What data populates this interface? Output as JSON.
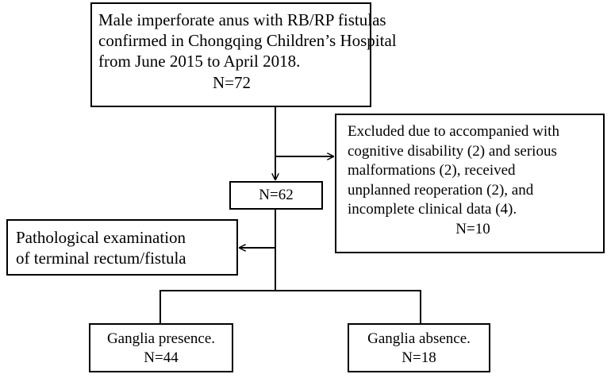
{
  "top_box": {
    "lines": [
      "Male imperforate anus with RB/RP fistulas",
      "confirmed in Chongqing Children’s Hospital",
      "from June 2015 to April 2018."
    ],
    "count": "N=72"
  },
  "excluded_box": {
    "lines": [
      "Excluded due to accompanied with",
      "cognitive disability (2) and serious",
      "malformations (2), received",
      "unplanned reoperation (2), and",
      "incomplete clinical data (4)."
    ],
    "count": "N=10"
  },
  "middle_box": {
    "count": "N=62"
  },
  "pathology_box": {
    "lines": [
      "Pathological examination",
      "of terminal rectum/fistula"
    ]
  },
  "presence_box": {
    "label": "Ganglia presence.",
    "count": "N=44"
  },
  "absence_box": {
    "label": "Ganglia absence.",
    "count": "N=18"
  },
  "colors": {
    "stroke": "#000000",
    "background": "#ffffff"
  }
}
